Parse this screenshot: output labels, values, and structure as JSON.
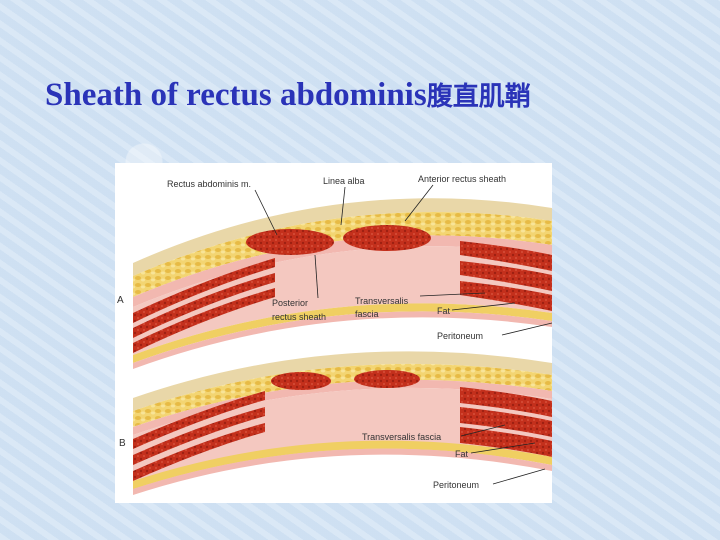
{
  "slide": {
    "title_en": "Sheath of rectus abdominis",
    "title_cn": "腹直肌鞘"
  },
  "diagram": {
    "panel_a": {
      "letter": "A",
      "labels": {
        "rectus_abdominis": "Rectus abdominis m.",
        "linea_alba": "Linea alba",
        "anterior_sheath": "Anterior rectus sheath",
        "posterior_sheath_1": "Posterior",
        "posterior_sheath_2": "rectus sheath",
        "transversalis_1": "Transversalis",
        "transversalis_2": "fascia",
        "fat": "Fat",
        "peritoneum": "Peritoneum"
      }
    },
    "panel_b": {
      "letter": "B",
      "labels": {
        "transversalis": "Transversalis fascia",
        "fat": "Fat",
        "peritoneum": "Peritoneum"
      }
    },
    "colors": {
      "fat": "#f0cf62",
      "muscle": "#c4301c",
      "sheath": "#f2b8b0",
      "skin": "#e9d7a8"
    }
  }
}
